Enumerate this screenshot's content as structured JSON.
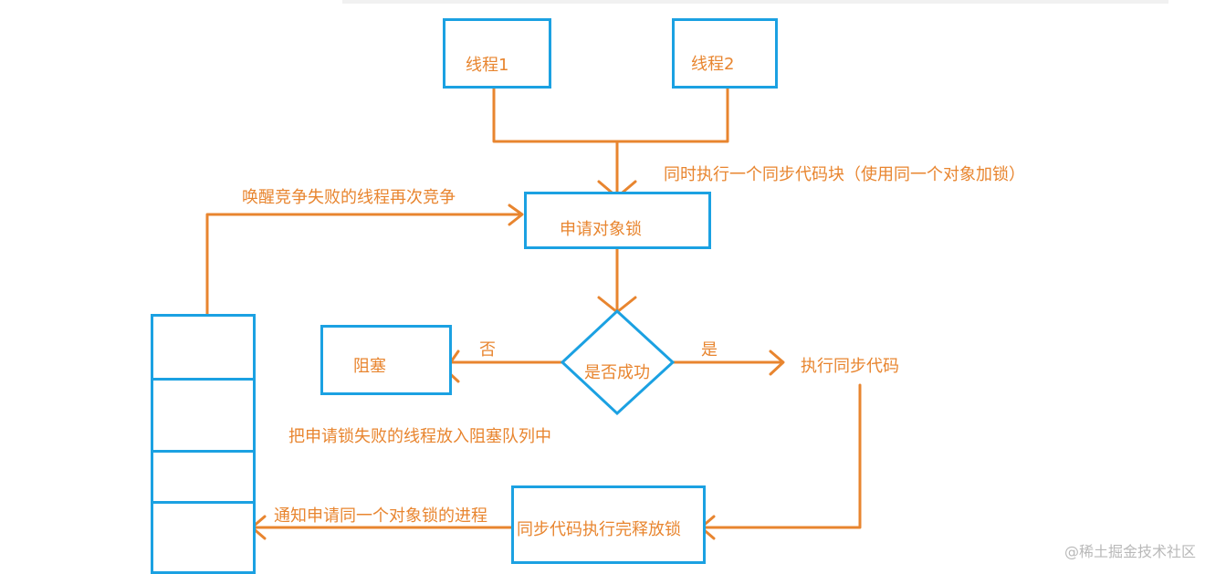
{
  "nodes": {
    "thread1": "线程1",
    "thread2": "线程2",
    "apply_lock": "申请对象锁",
    "decision": "是否成功",
    "blocked": "阻塞",
    "execute_sync": "执行同步代码",
    "release_lock": "同步代码执行完释放锁"
  },
  "edges": {
    "sync_block": "同时执行一个同步代码块（使用同一个对象加锁）",
    "wake_retry": "唤醒竞争失败的线程再次竞争",
    "no": "否",
    "yes": "是",
    "enqueue_blocked": "把申请锁失败的线程放入阻塞队列中",
    "notify": "通知申请同一个对象锁的进程"
  },
  "watermark": "@稀土掘金技术社区",
  "colors": {
    "box_border": "#1ba1e2",
    "arrow": "#e8852f",
    "text": "#e8852f"
  }
}
